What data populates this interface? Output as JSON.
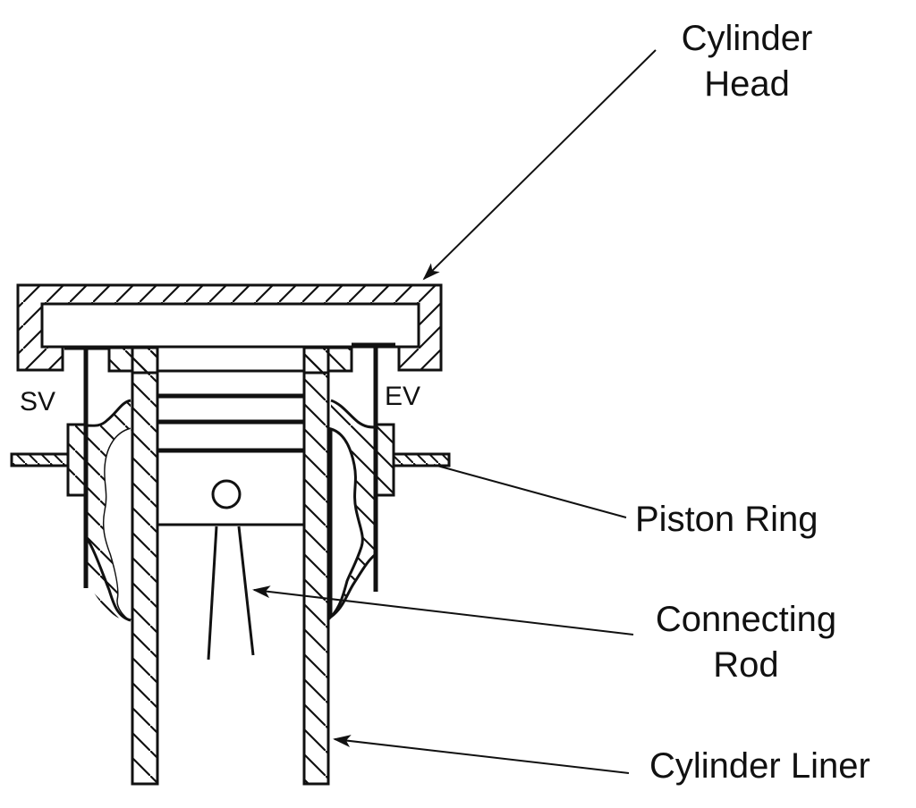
{
  "diagram": {
    "title": "Engine cylinder cross-section",
    "labels": {
      "cylinder_head_1": "Cylinder",
      "cylinder_head_2": "Head",
      "piston_ring": "Piston Ring",
      "connecting_rod_1": "Connecting",
      "connecting_rod_2": "Rod",
      "cylinder_liner": "Cylinder Liner",
      "sv": "SV",
      "ev": "EV"
    },
    "colors": {
      "ink": "#111111",
      "background": "#ffffff"
    }
  }
}
